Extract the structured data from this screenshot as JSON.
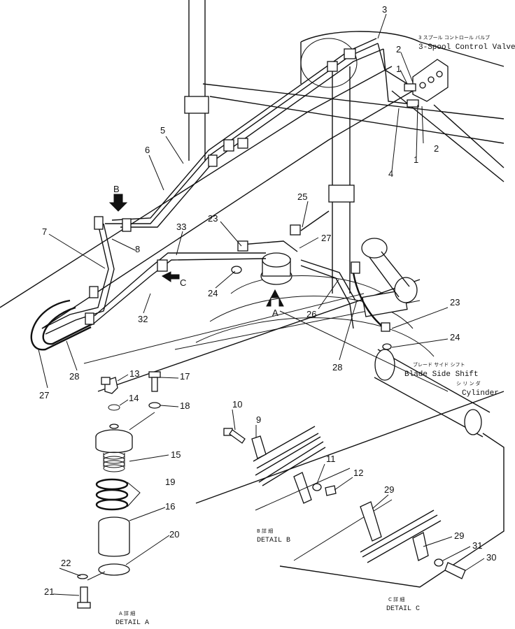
{
  "callouts": {
    "c1a": "1",
    "c1b": "1",
    "c2a": "2",
    "c2b": "2",
    "c3": "3",
    "c4": "4",
    "c5": "5",
    "c6": "6",
    "c7": "7",
    "c8": "8",
    "c9": "9",
    "c10": "10",
    "c11": "11",
    "c12": "12",
    "c13": "13",
    "c14": "14",
    "c15": "15",
    "c16": "16",
    "c17": "17",
    "c18": "18",
    "c19": "19",
    "c20": "20",
    "c21": "21",
    "c22": "22",
    "c23a": "23",
    "c23b": "23",
    "c24a": "24",
    "c24b": "24",
    "c25": "25",
    "c26": "26",
    "c27a": "27",
    "c27b": "27",
    "c28a": "28",
    "c28b": "28",
    "c29a": "29",
    "c29b": "29",
    "c30": "30",
    "c31": "31",
    "c32": "32",
    "c33": "33"
  },
  "views": {
    "a": "A",
    "b": "B",
    "c": "C"
  },
  "labels": {
    "valve_jp": "3 スプール コントロール バルブ",
    "valve_en": "3-Spool Control Valve",
    "blade_jp": "ブレード サイド シフト",
    "blade_en": "Blade Side Shift",
    "cyl_jp": "シ リ ン ダ",
    "cyl_en": "Cylinder"
  },
  "details": {
    "a_jp": "A 詳 細",
    "a_en": "DETAIL A",
    "b_jp": "B 詳 細",
    "b_en": "DETAIL B",
    "c_jp": "C 詳 細",
    "c_en": "DETAIL C"
  }
}
